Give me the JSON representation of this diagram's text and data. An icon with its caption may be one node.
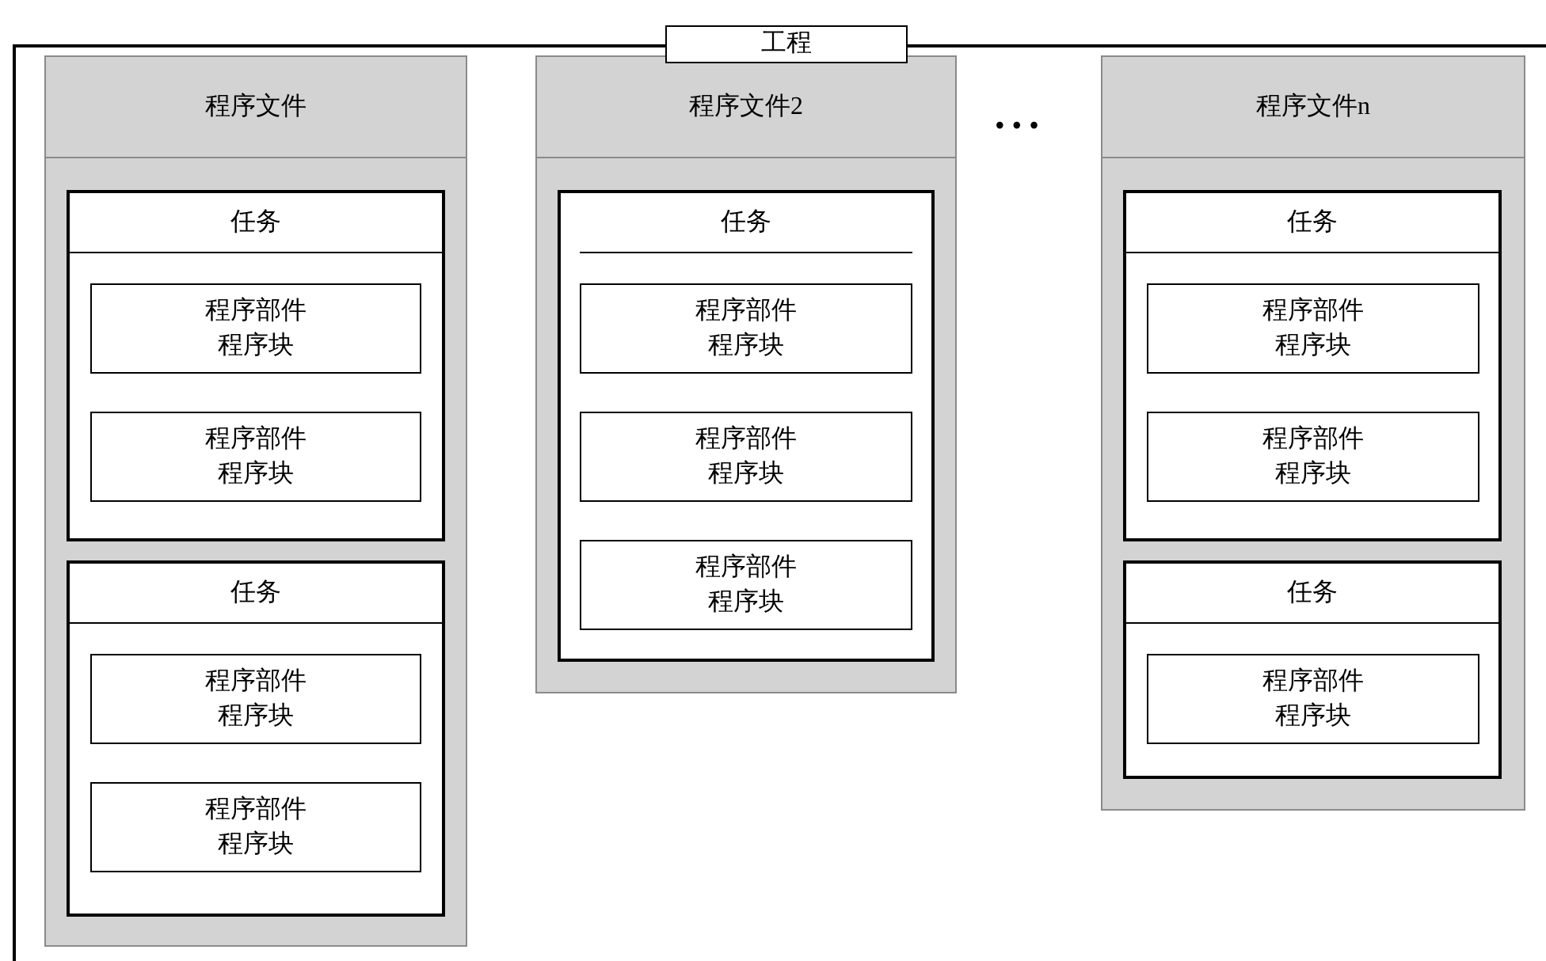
{
  "diagram": {
    "nodes": [
      {
        "text": [
          "工程"
        ]
      },
      {
        "text": [
          "程序文件"
        ],
        "in": 0
      },
      {
        "text": [
          "任务"
        ],
        "in": 1
      },
      {
        "text": [
          "程序部件",
          "程序块"
        ],
        "in": 2
      },
      {
        "text": [
          "程序部件",
          "程序块"
        ],
        "in": 2
      },
      {
        "text": [
          "任务"
        ],
        "in": 1
      },
      {
        "text": [
          "程序部件",
          "程序块"
        ],
        "in": 5
      },
      {
        "text": [
          "程序部件",
          "程序块"
        ],
        "in": 5
      },
      {
        "text": [
          "程序文件2"
        ],
        "in": 0
      },
      {
        "text": [
          "任务"
        ],
        "in": 8
      },
      {
        "text": [
          "程序部件",
          "程序块"
        ],
        "in": 9
      },
      {
        "text": [
          "程序部件",
          "程序块"
        ],
        "in": 9
      },
      {
        "text": [
          "程序部件",
          "程序块"
        ],
        "in": 9
      },
      {
        "text": [
          "程序文件n"
        ],
        "in": 0
      },
      {
        "text": [
          "任务"
        ],
        "in": 13
      },
      {
        "text": [
          "程序部件",
          "程序块"
        ],
        "in": 14
      },
      {
        "text": [
          "程序部件",
          "程序块"
        ],
        "in": 14
      },
      {
        "text": [
          "任务"
        ],
        "in": 13
      },
      {
        "text": [
          "程序部件",
          "程序块"
        ],
        "in": 17
      }
    ],
    "labels": [
      "• • •"
    ]
  }
}
